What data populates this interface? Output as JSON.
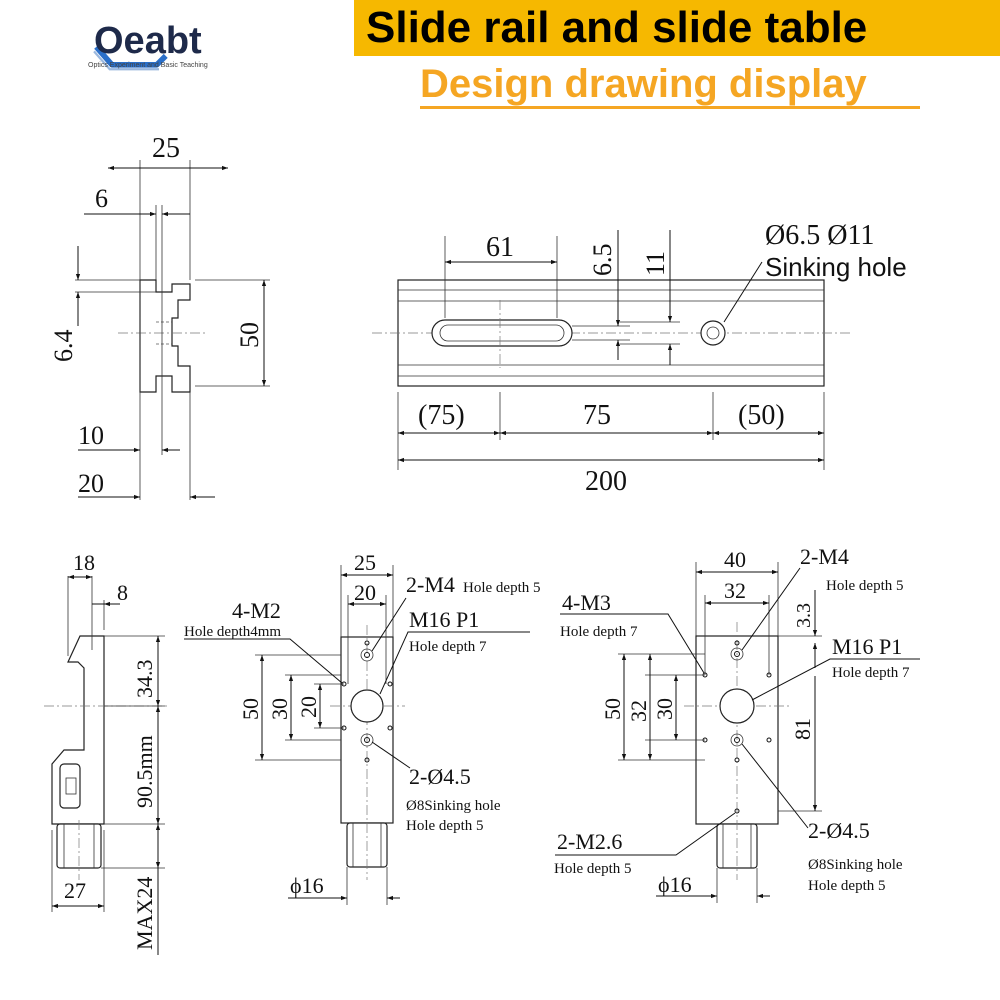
{
  "header": {
    "title": "Slide rail and slide table",
    "subtitle": "Design drawing display"
  },
  "logo": {
    "name": "Oeabt",
    "tagline": "Optics Experiment and Basic Teaching"
  },
  "colors": {
    "banner": "#f6b800",
    "subtitle": "#f5a623",
    "logo_text": "#1e2a4a",
    "logo_mark": "#2a6fc9"
  },
  "rail_section": {
    "dim_width": "25",
    "dim_slot": "6",
    "dim_lip": "6.4",
    "dim_height": "50",
    "dim_base_inner": "10",
    "dim_base": "20"
  },
  "rail_top": {
    "dim_slot_length": "61",
    "dim_slot_width": "6.5",
    "dim_11": "11",
    "hole_spec": "Ø6.5 Ø11",
    "hole_note": "Sinking hole",
    "dim_left": "(75)",
    "dim_mid": "75",
    "dim_right": "(50)",
    "dim_total": "200"
  },
  "carrier_side": {
    "dim_top": "18",
    "dim_8": "8",
    "dim_34": "34.3",
    "dim_height": "90.5mm",
    "dim_base": "27",
    "dim_max": "MAX24"
  },
  "table_small": {
    "dim_25": "25",
    "dim_20": "20",
    "m4_spec": "2-M4",
    "m4_note": "Hole depth 5",
    "m2_spec": "4-M2",
    "m2_note": "Hole depth4mm",
    "m16_spec": "M16 P1",
    "m16_note": "Hole depth 7",
    "dim_50": "50",
    "dim_30": "30",
    "dim_20v": "20",
    "hole_spec": "2-Ø4.5",
    "sink_note": "Ø8Sinking hole",
    "depth_note": "Hole depth 5",
    "dim_knob": "ϕ16"
  },
  "table_large": {
    "dim_40": "40",
    "dim_32": "32",
    "m4_spec": "2-M4",
    "m4_note": "Hole depth 5",
    "m3_spec": "4-M3",
    "m3_note": "Hole depth 7",
    "dim_33": "3.3",
    "m16_spec": "M16 P1",
    "m16_note": "Hole depth 7",
    "dim_50": "50",
    "dim_32v": "32",
    "dim_30": "30",
    "dim_81": "81",
    "m26_spec": "2-M2.6",
    "m26_note": "Hole depth 5",
    "hole_spec": "2-Ø4.5",
    "sink_note": "Ø8Sinking hole",
    "depth_note": "Hole depth 5",
    "dim_knob": "ϕ16"
  }
}
